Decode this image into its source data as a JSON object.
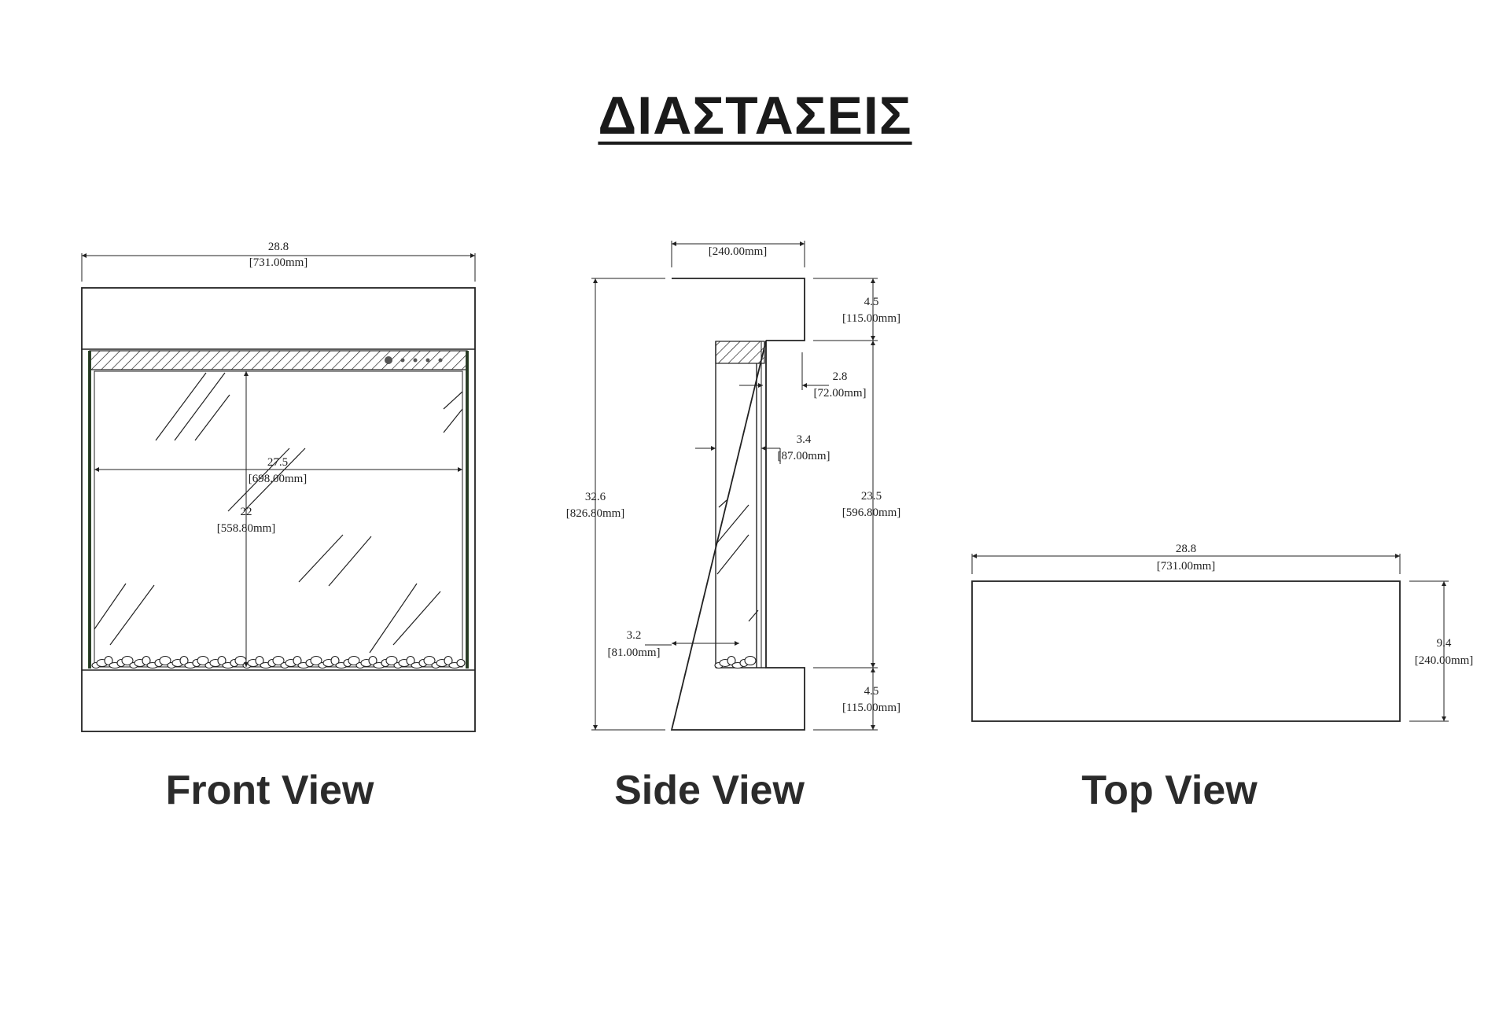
{
  "title": "ΔΙΑΣΤΑΣΕΙΣ",
  "views": {
    "front": {
      "label": "Front View",
      "width_in": "28.8",
      "width_mm": "[731.00mm]",
      "inner_width_in": "27.5",
      "inner_width_mm": "[698.00mm]",
      "inner_height_in": "22",
      "inner_height_mm": "[558.80mm]"
    },
    "side": {
      "label": "Side View",
      "depth_mm": "[240.00mm]",
      "height_in": "32.6",
      "height_mm": "[826.80mm]",
      "top_in": "4.5",
      "top_mm": "[115.00mm]",
      "panel_in": "2.8",
      "panel_mm": "[72.00mm]",
      "recess_in": "3.4",
      "recess_mm": "[87.00mm]",
      "opening_in": "23.5",
      "opening_mm": "[596.80mm]",
      "base_depth_in": "3.2",
      "base_depth_mm": "[81.00mm]",
      "bottom_in": "4.5",
      "bottom_mm": "[115.00mm]"
    },
    "top": {
      "label": "Top View",
      "width_in": "28.8",
      "width_mm": "[731.00mm]",
      "depth_in": "9.4",
      "depth_mm": "[240.00mm]"
    }
  }
}
